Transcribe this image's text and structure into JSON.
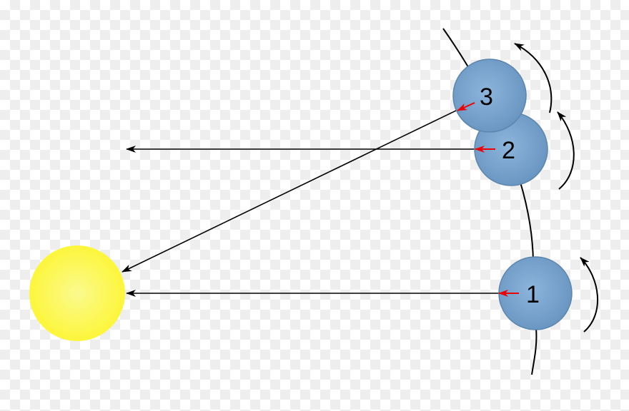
{
  "colors": {
    "sun": "#fcfa3c",
    "planet": "#6f9ec9",
    "planet_stroke": "#5b86ad",
    "red_arrow": "#ee0000",
    "lines": "#000000"
  },
  "positions": [
    {
      "label": "1"
    },
    {
      "label": "2"
    },
    {
      "label": "3"
    }
  ],
  "icons": [
    "sun-icon",
    "planet-icon",
    "red-arrow-icon",
    "rotation-arrow-icon"
  ]
}
